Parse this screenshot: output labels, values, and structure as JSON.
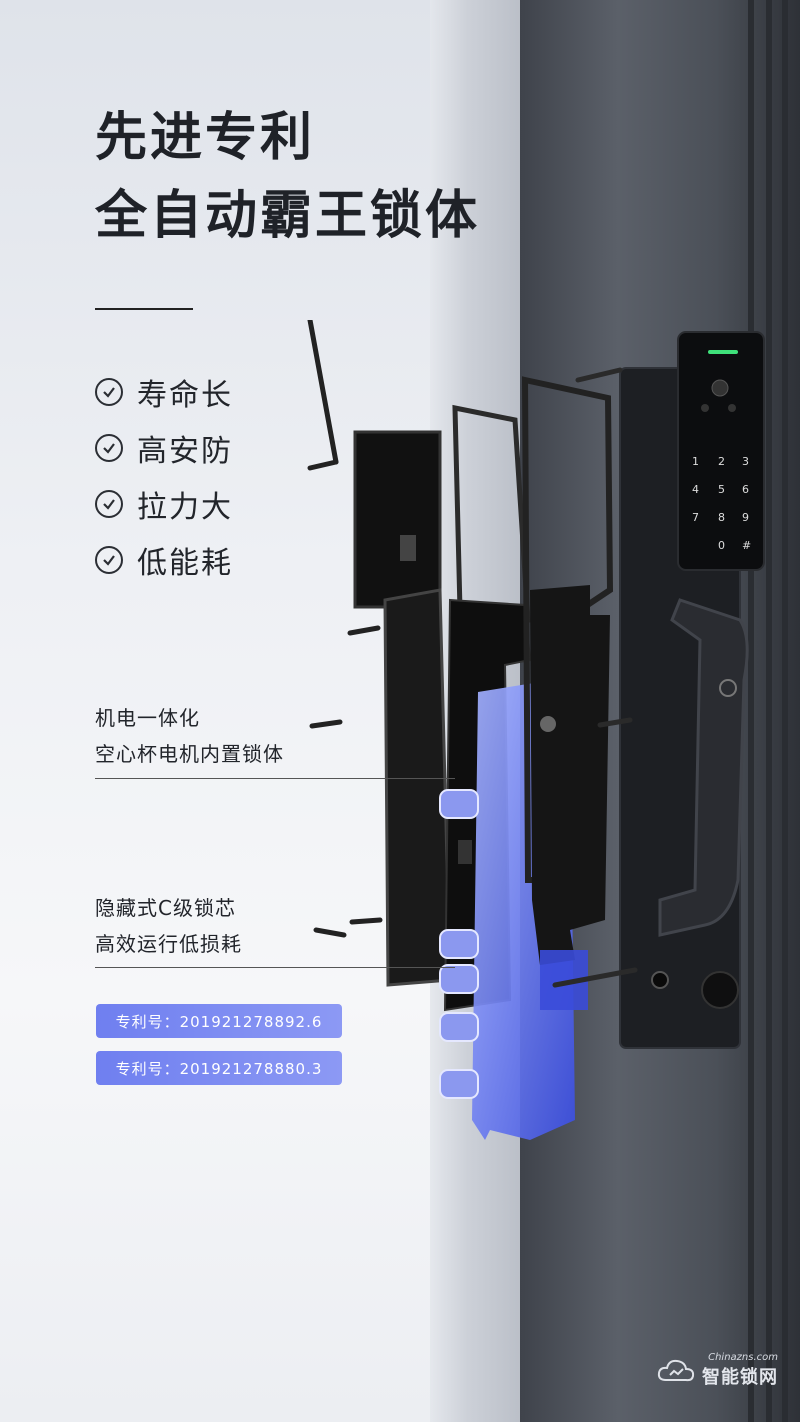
{
  "headline": {
    "line1": "先进专利",
    "line2": "全自动霸王锁体"
  },
  "features": [
    {
      "icon": "check-circle-icon",
      "label": "寿命长"
    },
    {
      "icon": "check-circle-icon",
      "label": "高安防"
    },
    {
      "icon": "check-circle-icon",
      "label": "拉力大"
    },
    {
      "icon": "check-circle-icon",
      "label": "低能耗"
    }
  ],
  "callouts": [
    {
      "line1": "机电一体化",
      "line2": "空心杯电机内置锁体"
    },
    {
      "line1": "隐藏式C级锁芯",
      "line2": "高效运行低损耗"
    }
  ],
  "patents": [
    "专利号：201921278892.6",
    "专利号：201921278880.3"
  ],
  "keypad": [
    "1",
    "2",
    "3",
    "4",
    "5",
    "6",
    "7",
    "8",
    "9",
    "0",
    "#"
  ],
  "watermark": {
    "small": "Chinazns.com",
    "big": "智能锁网"
  },
  "colors": {
    "accent": "#7a88f2",
    "text": "#22252b",
    "door": "#4b5058",
    "indicator": "#3fe07a"
  }
}
